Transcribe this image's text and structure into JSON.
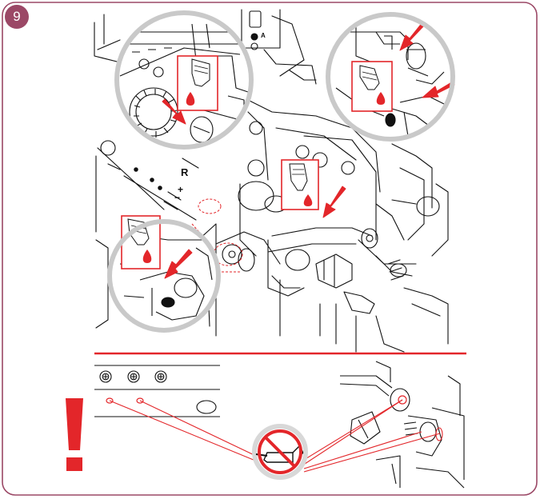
{
  "step": {
    "number": "9"
  },
  "labels": {
    "r": "R",
    "plus": "+",
    "minus": "−",
    "a": "A"
  },
  "colors": {
    "frame": "#9b4866",
    "badge": "#9b4866",
    "accent_red": "#e3262a",
    "line": "#111111",
    "zoom_ring": "#c9c9c9",
    "prohibit_ring": "#d8d8d8"
  },
  "icons": [
    "oil-drop-icon",
    "oiler-icon",
    "arrow-icon",
    "warning-exclamation-icon",
    "no-oil-icon",
    "screw-icon"
  ]
}
